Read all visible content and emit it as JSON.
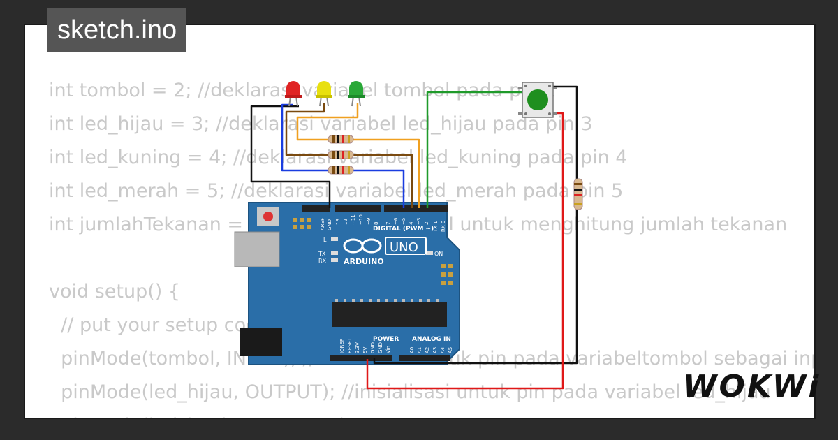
{
  "title": "sketch.ino",
  "brand": "WOKWi",
  "code_lines": [
    "int tombol = 2; //deklarasi variabel tombol pada pin 2",
    "int led_hijau = 3; //deklarasi variabel led_hijau pada pin 3",
    "int led_kuning = 4; //deklarasi variabel led_kuning pada pin 4",
    "int led_merah = 5; //deklarasi variabel led_merah pada pin 5",
    "int jumlahTekanan = 0; //deklarasi variabel untuk menghitung jumlah tekanan",
    "",
    "void setup() {",
    "  // put your setup code here, to run once:",
    "  pinMode(tombol, INPUT); //inisialisasi untuk pin pada variabeltombol sebagai input",
    "  pinMode(led_hijau, OUTPUT); //inisialisasi untuk pin pada variabel led_hijau",
    "  pinMode(led_kuning, OUTPUT);"
  ],
  "board": {
    "model": "UNO",
    "brand": "ARDUINO",
    "digital_label": "DIGITAL (PWM ~)",
    "power_label": "POWER",
    "analog_label": "ANALOG IN",
    "on_label": "ON",
    "l_label": "L",
    "tx_label": "TX",
    "rx_label": "RX",
    "aref_label": "AREF",
    "gnd_label": "GND",
    "pin13": "13",
    "pin12": "12",
    "pin11": "~11",
    "pin10": "~10",
    "pin9": "~9",
    "pin8": "8",
    "pin7": "7",
    "pin6": "~6",
    "pin5": "~5",
    "pin4": "4",
    "pin3": "~3",
    "pin2": "2",
    "pin1": "TX 1",
    "pin0": "RX 0",
    "ioref": "IOREF",
    "reset": "RESET",
    "v33": "3.3V",
    "v5": "5V",
    "gnd1": "GND",
    "gnd2": "GND",
    "vin": "Vin",
    "a0": "A0",
    "a1": "A1",
    "a2": "A2",
    "a3": "A3",
    "a4": "A4",
    "a5": "A5"
  },
  "colors": {
    "background": "#2b2b2b",
    "board_blue": "#2a6ea8",
    "led_red": "#e02424",
    "led_yellow": "#e8e010",
    "led_green": "#2aa838",
    "button_green": "#1f8f1f",
    "wire_black": "#111111",
    "wire_blue": "#1a3de0",
    "wire_brown": "#7a4a10",
    "wire_orange": "#f0a020",
    "wire_green": "#1f9a2a",
    "wire_red": "#e01818"
  }
}
